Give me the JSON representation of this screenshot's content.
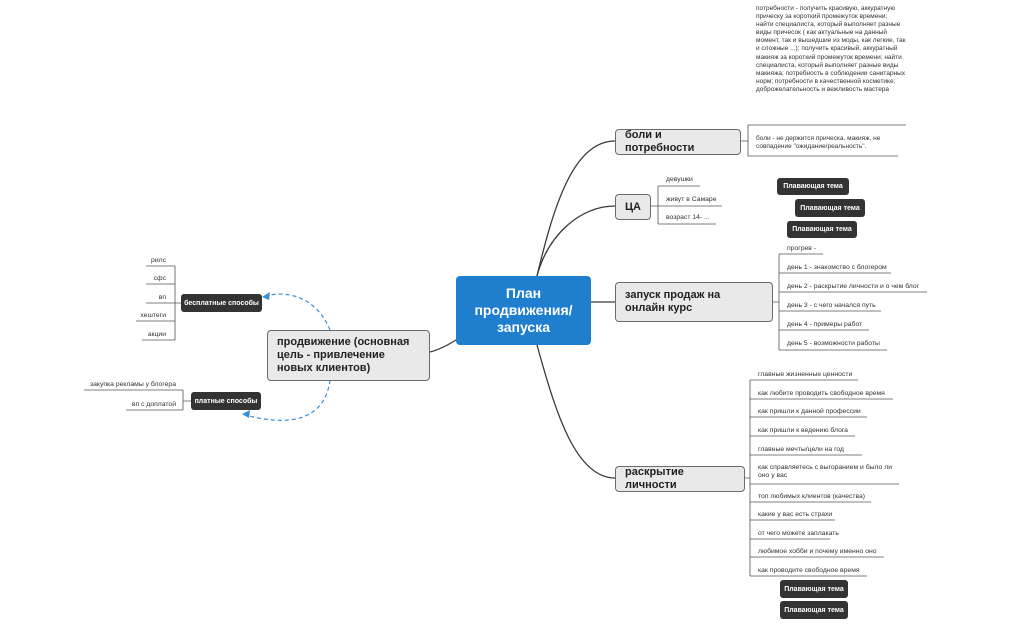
{
  "central": "План продвижения/ запуска",
  "branches": {
    "pains": {
      "label": "боли и потребности",
      "needs_text": "потребности - получить красивую, аккуратную прическу за короткий промежуток времени; найти специалиста, который выполняет разные виды причесок ( как актуальные на данный момент, так и вышедшие из моды, как легкие, так и сложные ...); получить красивый, аккуратный макияж за короткий промежуток времени; найти специалиста, который выполняет разные виды макияжа; потребность в соблюдении санитарных норм; потребности в качественной косметике; доброжелательность и вежливость мастера",
      "pains_text": "боли - не держится прическа, макияж, не совпадение \"ожидание/реальность\"."
    },
    "audience": {
      "label": "ЦА",
      "items": [
        "девушки",
        "живут в Самаре",
        "возраст 14- ..."
      ]
    },
    "launch": {
      "label": "запуск продаж на онлайн курс",
      "items": [
        "прогрев -",
        "день 1 - знакомство с блогером",
        "день 2 - раскрытие личности и о чем блог",
        "день 3 - с чего начался путь",
        "день 4 - примеры работ",
        "день 5 - возможности работы"
      ]
    },
    "personality": {
      "label": "раскрытие личности",
      "items": [
        "главные жизненные ценности",
        "как любите проводить свободное время",
        "как пришли к данной профессии",
        "как пришли к ведению блога",
        "главные мечты/цели на год",
        "как справляетесь с выгоранием и было ли оно у вас",
        "топ любимых клиентов (качества)",
        "какие у вас есть страхи",
        "от чего можете заплакать",
        "любимое хобби и почему именно оно",
        "как проводите свободное время"
      ]
    },
    "promotion": {
      "label": "продвижение (основная цель - привлечение новых клиентов)",
      "free": {
        "label": "бесплатные способы",
        "items": [
          "рилс",
          "сфс",
          "вп",
          "хештеги",
          "акции"
        ]
      },
      "paid": {
        "label": "платные способы",
        "items": [
          "закупка рекламы у блогера",
          "вп с доплатой"
        ]
      }
    }
  },
  "floating_topic": "Плавающая тема",
  "colors": {
    "central": "#1f7fce",
    "line": "#333333",
    "relation": "#3a8fd6",
    "float": "#333333"
  }
}
